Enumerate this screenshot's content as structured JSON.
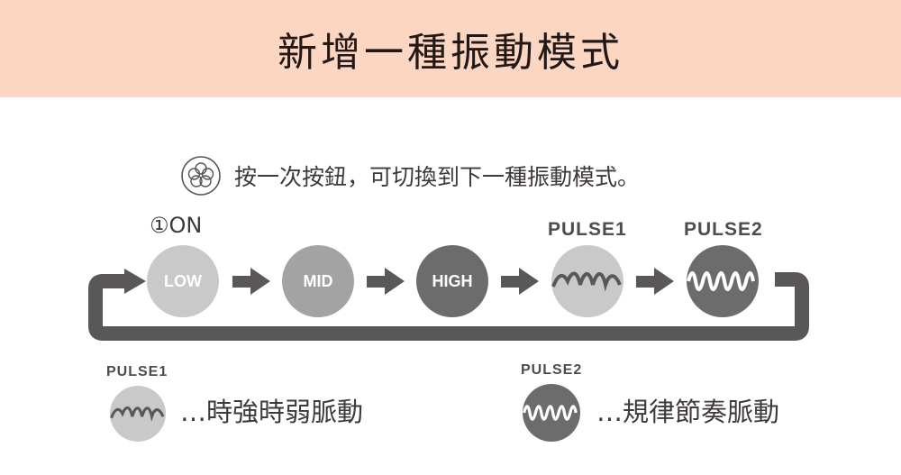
{
  "title": "新增一種振動模式",
  "instruction": "按一次按鈕，可切換到下一種振動模式。",
  "on_label": "①ON",
  "modes": [
    {
      "label": "LOW",
      "color": "#c9c9ca"
    },
    {
      "label": "MID",
      "color": "#a3a3a4"
    },
    {
      "label": "HIGH",
      "color": "#6c6c6d"
    },
    {
      "label": "",
      "top": "PULSE1",
      "color": "#c9c9ca"
    },
    {
      "label": "",
      "top": "PULSE2",
      "color": "#6c6c6d"
    }
  ],
  "legend": [
    {
      "name": "PULSE1",
      "desc": "…時強時弱脈動"
    },
    {
      "name": "PULSE2",
      "desc": "…規律節奏脈動"
    }
  ]
}
